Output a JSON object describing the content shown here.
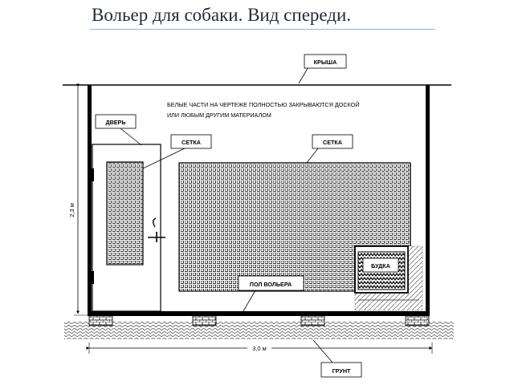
{
  "title": "Вольер для собаки. Вид спереди.",
  "note": {
    "line1": "БЕЛЫЕ ЧАСТИ НА ЧЕРТЕЖЕ ПОЛНОСТЬЮ ЗАКРЫВАЮТСЯ ДОСКОЙ",
    "line2": "ИЛИ ЛЮБЫМ ДРУГИМ МАТЕРИАЛОМ"
  },
  "labels": {
    "roof": "КРЫША",
    "door": "ДВЕРЬ",
    "mesh_door": "СЕТКА",
    "mesh_main": "СЕТКА",
    "kennel": "БУДКА",
    "floor": "ПОЛ ВОЛЬЕРА",
    "ground": "ГРУНТ"
  },
  "dimensions": {
    "height": "2,3 м",
    "width": "3,0 м"
  },
  "colors": {
    "line": "#000000",
    "title_rule": "#9db5cc"
  }
}
